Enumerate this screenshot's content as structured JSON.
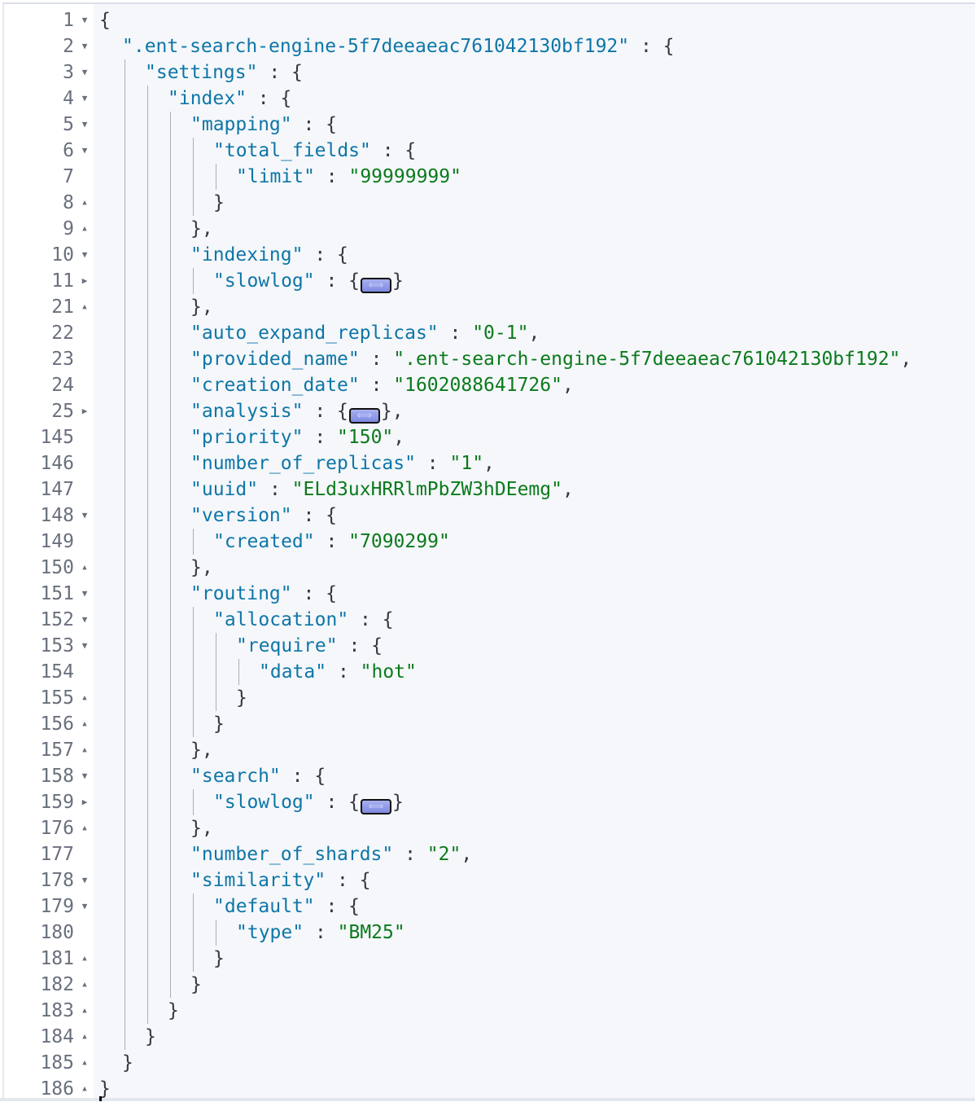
{
  "editor": {
    "fold_placeholder": "⟺",
    "colors": {
      "key": "#0e76a8",
      "string": "#0b7a1c",
      "punct": "#343741",
      "gutter": "#69707d"
    },
    "lines": [
      {
        "n": "1",
        "f": "open",
        "i": 0,
        "t": [
          [
            "p",
            "{"
          ]
        ]
      },
      {
        "n": "2",
        "f": "open",
        "i": 1,
        "t": [
          [
            "k",
            "\".ent-search-engine-5f7deeaeac761042130bf192\""
          ],
          [
            "p",
            " : {"
          ]
        ]
      },
      {
        "n": "3",
        "f": "open",
        "i": 2,
        "t": [
          [
            "k",
            "\"settings\""
          ],
          [
            "p",
            " : {"
          ]
        ]
      },
      {
        "n": "4",
        "f": "open",
        "i": 3,
        "t": [
          [
            "k",
            "\"index\""
          ],
          [
            "p",
            " : {"
          ]
        ]
      },
      {
        "n": "5",
        "f": "open",
        "i": 4,
        "t": [
          [
            "k",
            "\"mapping\""
          ],
          [
            "p",
            " : {"
          ]
        ]
      },
      {
        "n": "6",
        "f": "open",
        "i": 5,
        "t": [
          [
            "k",
            "\"total_fields\""
          ],
          [
            "p",
            " : {"
          ]
        ]
      },
      {
        "n": "7",
        "f": "",
        "i": 6,
        "t": [
          [
            "k",
            "\"limit\""
          ],
          [
            "p",
            " : "
          ],
          [
            "s",
            "\"99999999\""
          ]
        ]
      },
      {
        "n": "8",
        "f": "end",
        "i": 5,
        "t": [
          [
            "p",
            "}"
          ]
        ]
      },
      {
        "n": "9",
        "f": "end",
        "i": 4,
        "t": [
          [
            "p",
            "},"
          ]
        ]
      },
      {
        "n": "10",
        "f": "open",
        "i": 4,
        "t": [
          [
            "k",
            "\"indexing\""
          ],
          [
            "p",
            " : {"
          ]
        ]
      },
      {
        "n": "11",
        "f": "closed",
        "i": 5,
        "t": [
          [
            "k",
            "\"slowlog\""
          ],
          [
            "p",
            " : {"
          ],
          [
            "fold",
            ""
          ],
          [
            "p",
            "}"
          ]
        ]
      },
      {
        "n": "21",
        "f": "end",
        "i": 4,
        "t": [
          [
            "p",
            "},"
          ]
        ]
      },
      {
        "n": "22",
        "f": "",
        "i": 4,
        "t": [
          [
            "k",
            "\"auto_expand_replicas\""
          ],
          [
            "p",
            " : "
          ],
          [
            "s",
            "\"0-1\""
          ],
          [
            "p",
            ","
          ]
        ]
      },
      {
        "n": "23",
        "f": "",
        "i": 4,
        "t": [
          [
            "k",
            "\"provided_name\""
          ],
          [
            "p",
            " : "
          ],
          [
            "s",
            "\".ent-search-engine-5f7deeaeac761042130bf192\""
          ],
          [
            "p",
            ","
          ]
        ]
      },
      {
        "n": "24",
        "f": "",
        "i": 4,
        "t": [
          [
            "k",
            "\"creation_date\""
          ],
          [
            "p",
            " : "
          ],
          [
            "s",
            "\"1602088641726\""
          ],
          [
            "p",
            ","
          ]
        ]
      },
      {
        "n": "25",
        "f": "closed",
        "i": 4,
        "t": [
          [
            "k",
            "\"analysis\""
          ],
          [
            "p",
            " : {"
          ],
          [
            "fold",
            ""
          ],
          [
            "p",
            "},"
          ]
        ]
      },
      {
        "n": "145",
        "f": "",
        "i": 4,
        "t": [
          [
            "k",
            "\"priority\""
          ],
          [
            "p",
            " : "
          ],
          [
            "s",
            "\"150\""
          ],
          [
            "p",
            ","
          ]
        ]
      },
      {
        "n": "146",
        "f": "",
        "i": 4,
        "t": [
          [
            "k",
            "\"number_of_replicas\""
          ],
          [
            "p",
            " : "
          ],
          [
            "s",
            "\"1\""
          ],
          [
            "p",
            ","
          ]
        ]
      },
      {
        "n": "147",
        "f": "",
        "i": 4,
        "t": [
          [
            "k",
            "\"uuid\""
          ],
          [
            "p",
            " : "
          ],
          [
            "s",
            "\"ELd3uxHRRlmPbZW3hDEemg\""
          ],
          [
            "p",
            ","
          ]
        ]
      },
      {
        "n": "148",
        "f": "open",
        "i": 4,
        "t": [
          [
            "k",
            "\"version\""
          ],
          [
            "p",
            " : {"
          ]
        ]
      },
      {
        "n": "149",
        "f": "",
        "i": 5,
        "t": [
          [
            "k",
            "\"created\""
          ],
          [
            "p",
            " : "
          ],
          [
            "s",
            "\"7090299\""
          ]
        ]
      },
      {
        "n": "150",
        "f": "end",
        "i": 4,
        "t": [
          [
            "p",
            "},"
          ]
        ]
      },
      {
        "n": "151",
        "f": "open",
        "i": 4,
        "t": [
          [
            "k",
            "\"routing\""
          ],
          [
            "p",
            " : {"
          ]
        ]
      },
      {
        "n": "152",
        "f": "open",
        "i": 5,
        "t": [
          [
            "k",
            "\"allocation\""
          ],
          [
            "p",
            " : {"
          ]
        ]
      },
      {
        "n": "153",
        "f": "open",
        "i": 6,
        "t": [
          [
            "k",
            "\"require\""
          ],
          [
            "p",
            " : {"
          ]
        ]
      },
      {
        "n": "154",
        "f": "",
        "i": 7,
        "t": [
          [
            "k",
            "\"data\""
          ],
          [
            "p",
            " : "
          ],
          [
            "s",
            "\"hot\""
          ]
        ]
      },
      {
        "n": "155",
        "f": "end",
        "i": 6,
        "t": [
          [
            "p",
            "}"
          ]
        ]
      },
      {
        "n": "156",
        "f": "end",
        "i": 5,
        "t": [
          [
            "p",
            "}"
          ]
        ]
      },
      {
        "n": "157",
        "f": "end",
        "i": 4,
        "t": [
          [
            "p",
            "},"
          ]
        ]
      },
      {
        "n": "158",
        "f": "open",
        "i": 4,
        "t": [
          [
            "k",
            "\"search\""
          ],
          [
            "p",
            " : {"
          ]
        ]
      },
      {
        "n": "159",
        "f": "closed",
        "i": 5,
        "t": [
          [
            "k",
            "\"slowlog\""
          ],
          [
            "p",
            " : {"
          ],
          [
            "fold",
            ""
          ],
          [
            "p",
            "}"
          ]
        ]
      },
      {
        "n": "176",
        "f": "end",
        "i": 4,
        "t": [
          [
            "p",
            "},"
          ]
        ]
      },
      {
        "n": "177",
        "f": "",
        "i": 4,
        "t": [
          [
            "k",
            "\"number_of_shards\""
          ],
          [
            "p",
            " : "
          ],
          [
            "s",
            "\"2\""
          ],
          [
            "p",
            ","
          ]
        ]
      },
      {
        "n": "178",
        "f": "open",
        "i": 4,
        "t": [
          [
            "k",
            "\"similarity\""
          ],
          [
            "p",
            " : {"
          ]
        ]
      },
      {
        "n": "179",
        "f": "open",
        "i": 5,
        "t": [
          [
            "k",
            "\"default\""
          ],
          [
            "p",
            " : {"
          ]
        ]
      },
      {
        "n": "180",
        "f": "",
        "i": 6,
        "t": [
          [
            "k",
            "\"type\""
          ],
          [
            "p",
            " : "
          ],
          [
            "s",
            "\"BM25\""
          ]
        ]
      },
      {
        "n": "181",
        "f": "end",
        "i": 5,
        "t": [
          [
            "p",
            "}"
          ]
        ]
      },
      {
        "n": "182",
        "f": "end",
        "i": 4,
        "t": [
          [
            "p",
            "}"
          ]
        ]
      },
      {
        "n": "183",
        "f": "end",
        "i": 3,
        "t": [
          [
            "p",
            "}"
          ]
        ]
      },
      {
        "n": "184",
        "f": "end",
        "i": 2,
        "t": [
          [
            "p",
            "}"
          ]
        ]
      },
      {
        "n": "185",
        "f": "end",
        "i": 1,
        "t": [
          [
            "p",
            "}"
          ]
        ]
      },
      {
        "n": "186",
        "f": "end",
        "i": 0,
        "t": [
          [
            "p",
            "}"
          ]
        ]
      }
    ]
  }
}
